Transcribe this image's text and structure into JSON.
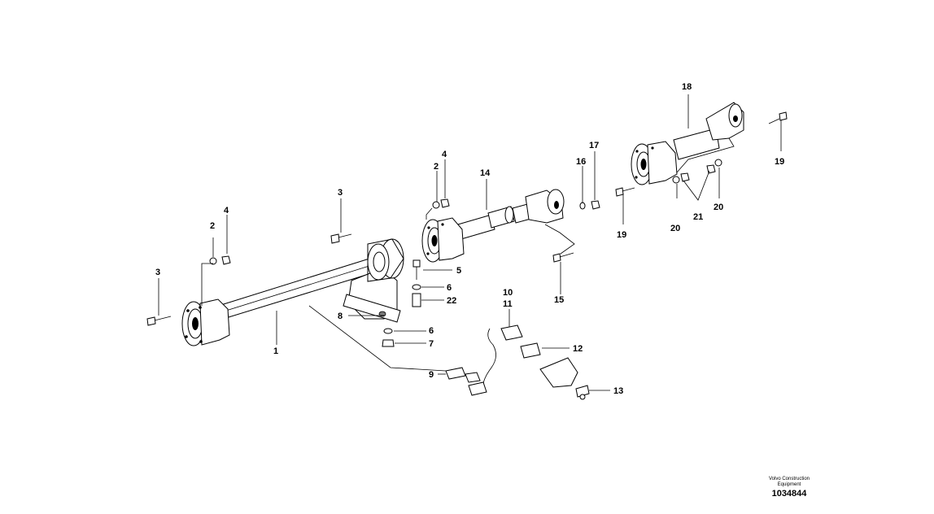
{
  "diagram": {
    "labels": {
      "l1": "1",
      "l2a": "2",
      "l2b": "2",
      "l3a": "3",
      "l3b": "3",
      "l4a": "4",
      "l4b": "4",
      "l5": "5",
      "l6a": "6",
      "l6b": "6",
      "l7": "7",
      "l8": "8",
      "l9": "9",
      "l10": "10",
      "l11": "11",
      "l12": "12",
      "l13": "13",
      "l14": "14",
      "l15": "15",
      "l16": "16",
      "l17": "17",
      "l18": "18",
      "l19a": "19",
      "l19b": "19",
      "l20a": "20",
      "l20b": "20",
      "l21": "21",
      "l22": "22"
    },
    "footer": {
      "brand": "Volvo Construction Equipment",
      "number": "1034844"
    }
  }
}
